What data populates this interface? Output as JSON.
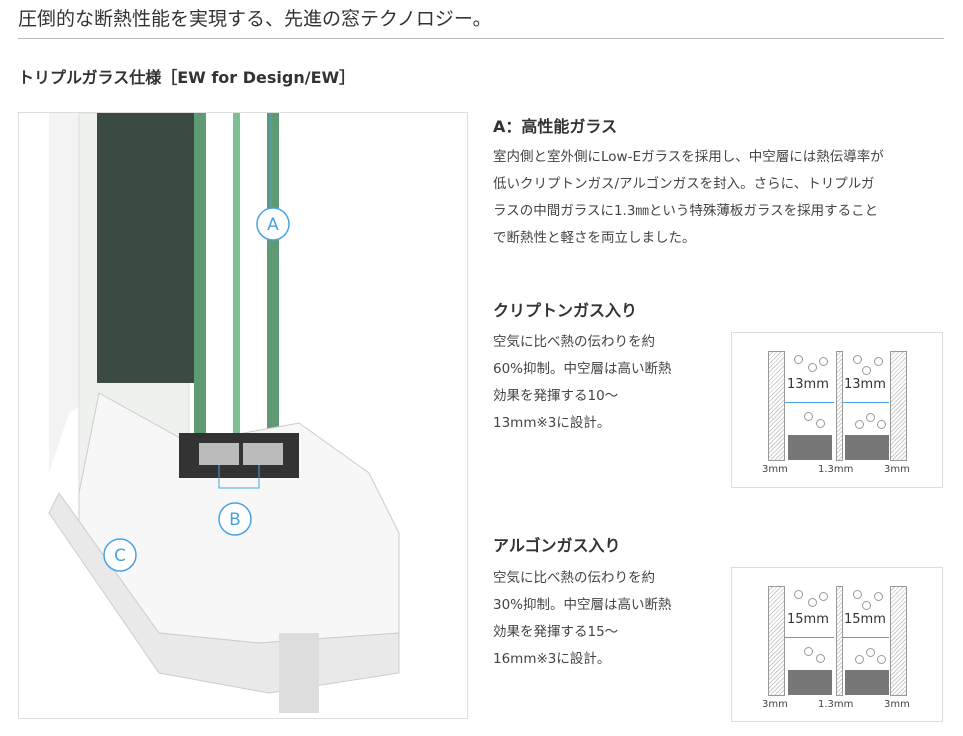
{
  "header": {
    "title": "圧倒的な断熱性能を実現する、先進の窓テクノロジー。"
  },
  "section": {
    "title": "トリプルガラス仕様［EW for Design/EW］"
  },
  "illustration": {
    "labels": [
      "A",
      "B",
      "C"
    ]
  },
  "glass": {
    "title": "A：高性能ガラス",
    "lines": [
      "室内側と室外側にLow-Eガラスを採用し、中空層には熱伝導率が",
      "低いクリプトンガス/アルゴンガスを封入。さらに、トリプルガ",
      "ラスの中間ガラスに1.3㎜という特殊薄板ガラスを採用すること",
      "で断熱性と軽さを両立しました。"
    ]
  },
  "krypton": {
    "title": "クリプトンガス入り",
    "lines": [
      "空気に比べ熱の伝わりを約",
      "60%抑制。中空層は高い断熱",
      "効果を発揮する10～",
      "13mm※3に設計。"
    ],
    "gap": "13mm",
    "outer": "3mm",
    "middle": "1.3mm"
  },
  "argon": {
    "title": "アルゴンガス入り",
    "lines": [
      "空気に比べ熱の伝わりを約",
      "30%抑制。中空層は高い断熱",
      "効果を発揮する15～",
      "16mm※3に設計。"
    ],
    "gap": "15mm",
    "outer": "3mm",
    "middle": "1.3mm"
  }
}
